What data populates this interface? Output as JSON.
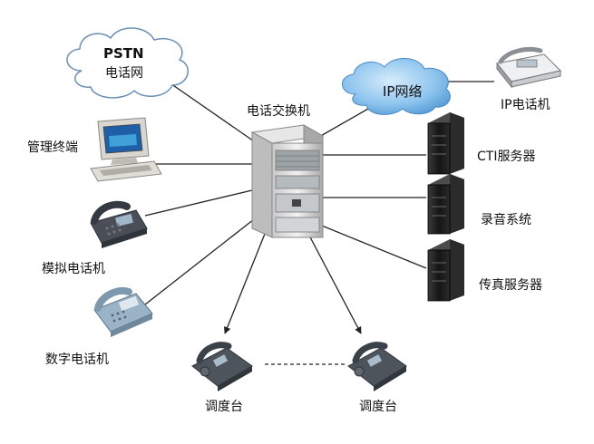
{
  "center": {
    "label": "电话交换机"
  },
  "pstn": {
    "title": "PSTN",
    "subtitle": "电话网"
  },
  "ip_network": {
    "label": "IP网络"
  },
  "devices": {
    "ip_phone": "IP电话机",
    "mgmt_terminal": "管理终端",
    "analog_phone": "模拟电话机",
    "digital_phone": "数字电话机",
    "cti_server": "CTI服务器",
    "recording_system": "录音系统",
    "fax_server": "传真服务器",
    "dispatch_left": "调度台",
    "dispatch_right": "调度台"
  },
  "colors": {
    "cloud_fill": "#ffffff",
    "ip_cloud_fill": "#7db7e8",
    "server_dark": "#1c1c1c",
    "line": "#222222"
  }
}
